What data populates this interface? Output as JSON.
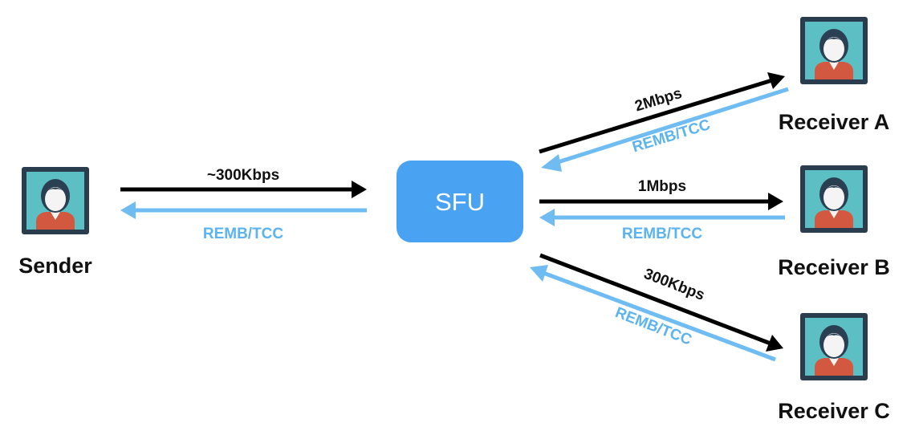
{
  "sender": {
    "label": "Sender"
  },
  "sfu": {
    "label": "SFU"
  },
  "receivers": [
    {
      "label": "Receiver A"
    },
    {
      "label": "Receiver B"
    },
    {
      "label": "Receiver C"
    }
  ],
  "links": {
    "sender_to_sfu": {
      "rate": "~300Kbps",
      "feedback": "REMB/TCC"
    },
    "sfu_to_a": {
      "rate": "2Mbps",
      "feedback": "REMB/TCC"
    },
    "sfu_to_b": {
      "rate": "1Mbps",
      "feedback": "REMB/TCC"
    },
    "sfu_to_c": {
      "rate": "300Kbps",
      "feedback": "REMB/TCC"
    }
  },
  "colors": {
    "media_arrow": "#000000",
    "feedback_arrow": "#6ebcf2",
    "sfu_box": "#4aa3f2",
    "avatar_bg": "#5cbfc4",
    "avatar_frame": "#2a3d4f",
    "avatar_shirt": "#d2593f",
    "avatar_hair": "#2b3f52"
  },
  "icons": {
    "avatar": "user-avatar-icon"
  }
}
